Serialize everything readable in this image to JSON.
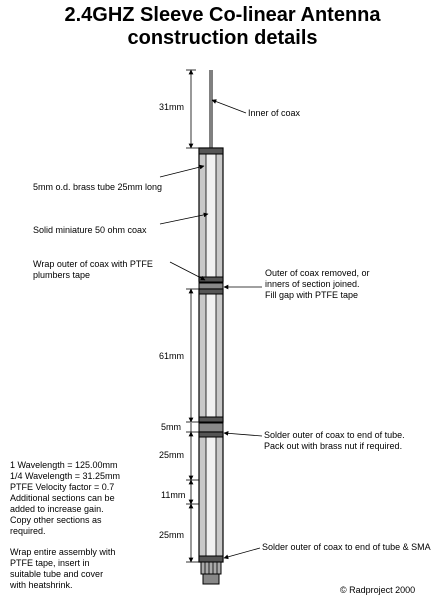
{
  "title": {
    "line1": "2.4GHZ Sleeve Co-linear Antenna",
    "line2": "construction details"
  },
  "dimensions": {
    "d31": "31mm",
    "d61": "61mm",
    "d5": "5mm",
    "d25a": "25mm",
    "d11": "11mm",
    "d25b": "25mm"
  },
  "labels_left": {
    "brass_tube": "5mm o.d. brass tube 25mm long",
    "solid_coax": "Solid miniature 50 ohm coax",
    "wrap_line1": "Wrap outer of coax with PTFE",
    "wrap_line2": "plumbers tape"
  },
  "labels_right": {
    "inner": "Inner of coax",
    "outer_removed_1": "Outer of coax removed, or",
    "outer_removed_2": "inners of section joined.",
    "outer_removed_3": "Fill gap with PTFE tape",
    "solder_1": "Solder outer of coax to end of tube.",
    "solder_2": "Pack out with brass nut if required.",
    "solder_sma": "Solder outer of coax to end of tube & SMA"
  },
  "notes": {
    "wavelength": "1 Wavelength = 125.00mm",
    "quarter": "1/4 Wavelength = 31.25mm",
    "velocity": "PTFE Velocity factor = 0.7",
    "add_1": "Additional sections can be",
    "add_2": "added to increase gain.",
    "add_3": "Copy other sections as",
    "add_4": "required.",
    "wrap_1": "Wrap entire assembly with",
    "wrap_2": "PTFE tape, insert in",
    "wrap_3": "suitable tube and cover",
    "wrap_4": "with heatshrink."
  },
  "copyright": "© Radproject 2000"
}
